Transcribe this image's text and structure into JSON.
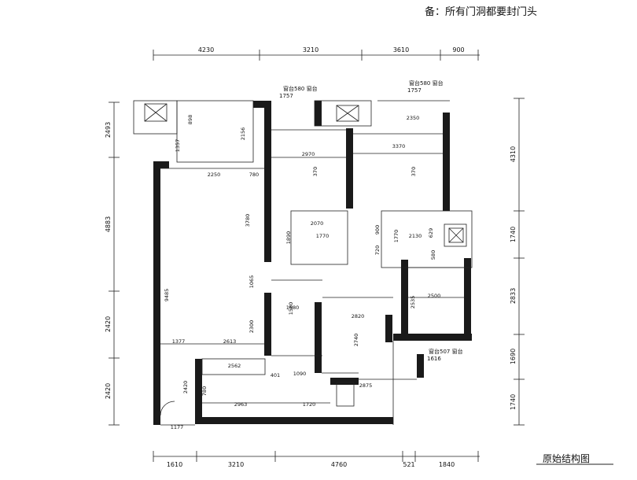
{
  "header_note": "备：所有门洞都要封门头",
  "drawing_title": "原始结构图",
  "dimensions": {
    "top": [
      "4230",
      "3210",
      "3610",
      "900"
    ],
    "bottom": [
      "1610",
      "3210",
      "4760",
      "521",
      "1840"
    ],
    "left": [
      "2493",
      "4883",
      "2420",
      "2420"
    ],
    "right": [
      "4310",
      "1740",
      "2833",
      "1690",
      "1740"
    ]
  },
  "window_notes": [
    "窗台580 窗台",
    "1757",
    "窗台580 窗台",
    "1757",
    "窗台507 窗台",
    "1616"
  ],
  "inner_dimensions": [
    "898",
    "1357",
    "2156",
    "2970",
    "3370",
    "2350",
    "370",
    "370",
    "2250",
    "780",
    "3780",
    "9485",
    "1890",
    "2070",
    "1770",
    "900",
    "1770",
    "2130",
    "629",
    "720",
    "1580",
    "580",
    "1065",
    "1680",
    "2300",
    "2820",
    "2740",
    "2500",
    "2535",
    "1377",
    "2613",
    "2562",
    "1090",
    "401",
    "2875",
    "2420",
    "780",
    "2963",
    "1720",
    "1177"
  ]
}
